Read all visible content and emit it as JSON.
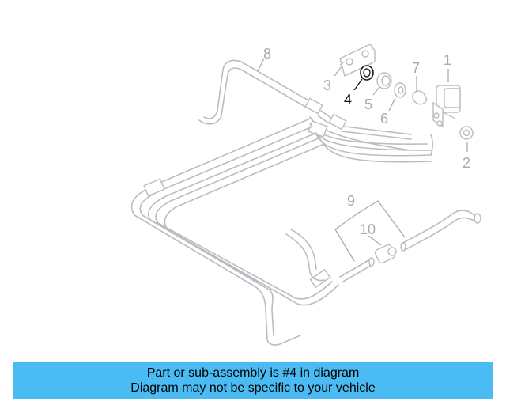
{
  "callouts": {
    "c1": "1",
    "c2": "2",
    "c3": "3",
    "c4": "4",
    "c5": "5",
    "c6": "6",
    "c7": "7",
    "c8": "8",
    "c9": "9",
    "c10": "10"
  },
  "selected_callout": "4",
  "banner": {
    "line1": "Part or sub-assembly is #4 in diagram",
    "line2": "Diagram may not be specific to your vehicle"
  },
  "colors": {
    "banner_bg": "#4bbcf3",
    "line_art": "#b9bcc1",
    "selected": "#111111"
  }
}
